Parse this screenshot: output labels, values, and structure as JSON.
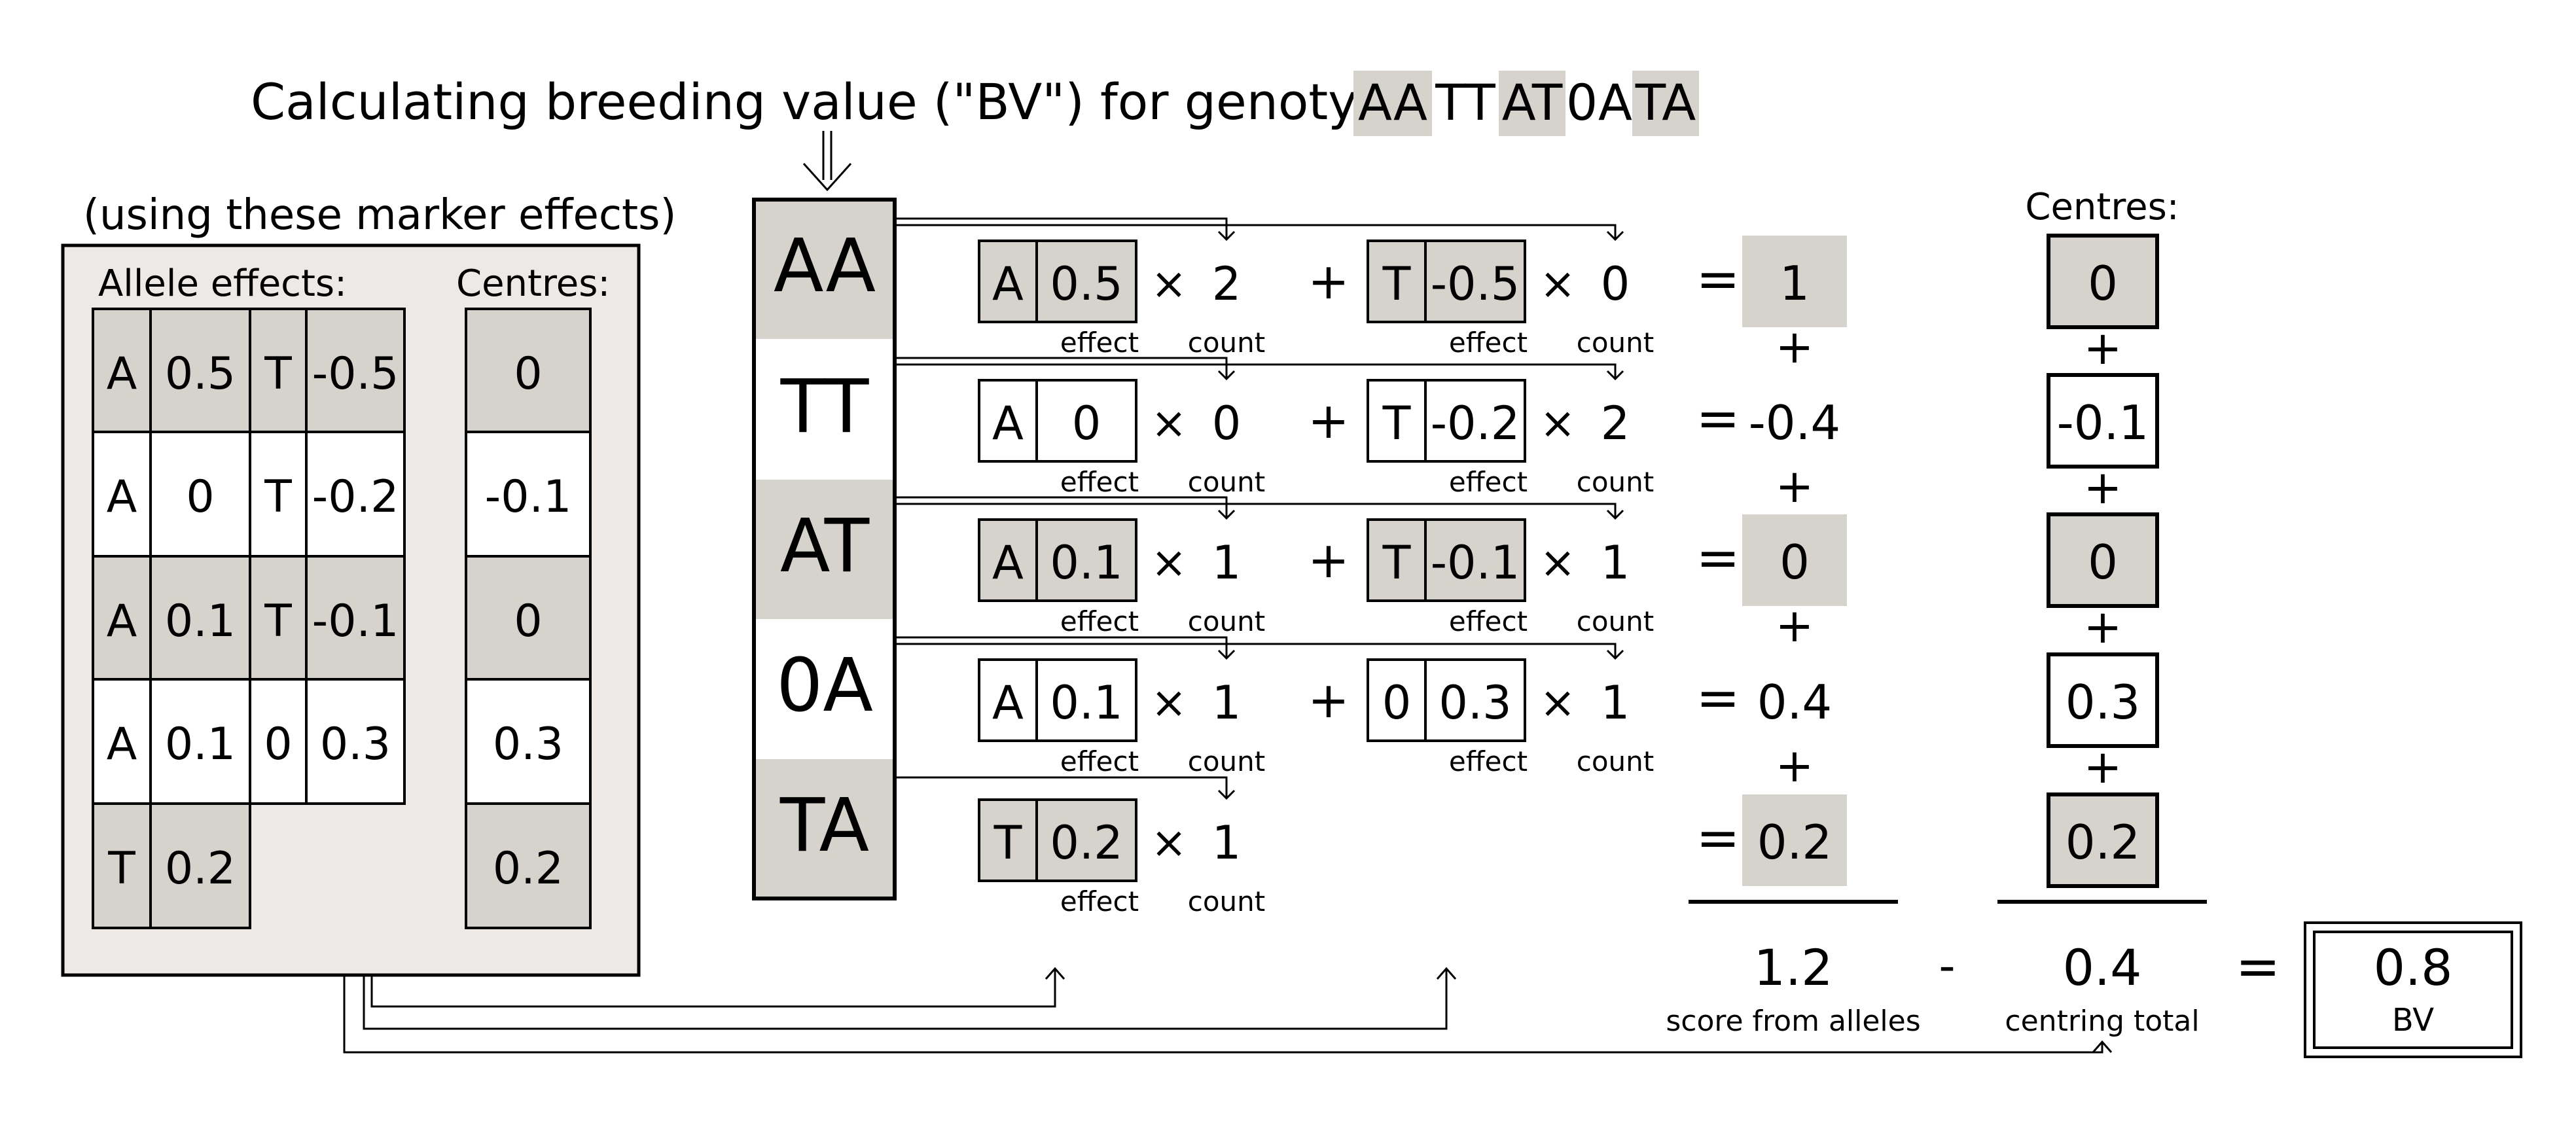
{
  "title": {
    "prefix": "Calculating breeding value (\"BV\") for genotype ",
    "genotype_parts": [
      {
        "text": "AA",
        "highlight": true
      },
      {
        "text": "TT",
        "highlight": false
      },
      {
        "text": "AT",
        "highlight": true
      },
      {
        "text": "0",
        "highlight": false
      },
      {
        "text": "A",
        "highlight": false
      },
      {
        "text": "TA",
        "highlight": true
      }
    ]
  },
  "marker_panel": {
    "caption": "(using these marker effects)",
    "allele_header": "Allele effects:",
    "centres_header": "Centres:",
    "rows": [
      {
        "a1": "A",
        "e1": "0.5",
        "a2": "T",
        "e2": "-0.5",
        "centre": "0",
        "highlight": true
      },
      {
        "a1": "A",
        "e1": "0",
        "a2": "T",
        "e2": "-0.2",
        "centre": "-0.1",
        "highlight": false
      },
      {
        "a1": "A",
        "e1": "0.1",
        "a2": "T",
        "e2": "-0.1",
        "centre": "0",
        "highlight": true
      },
      {
        "a1": "A",
        "e1": "0.1",
        "a2": "0",
        "e2": "0.3",
        "centre": "0.3",
        "highlight": false
      },
      {
        "a1": "T",
        "e1": "0.2",
        "a2": null,
        "e2": null,
        "centre": "0.2",
        "highlight": true
      }
    ]
  },
  "genotype_column": [
    "AA",
    "TT",
    "AT",
    "0A",
    "TA"
  ],
  "calc_rows": [
    {
      "t1": {
        "allele": "A",
        "effect": "0.5",
        "count": "2"
      },
      "t2": {
        "allele": "T",
        "effect": "-0.5",
        "count": "0"
      },
      "result": "1",
      "highlight": true
    },
    {
      "t1": {
        "allele": "A",
        "effect": "0",
        "count": "0"
      },
      "t2": {
        "allele": "T",
        "effect": "-0.2",
        "count": "2"
      },
      "result": "-0.4",
      "highlight": false
    },
    {
      "t1": {
        "allele": "A",
        "effect": "0.1",
        "count": "1"
      },
      "t2": {
        "allele": "T",
        "effect": "-0.1",
        "count": "1"
      },
      "result": "0",
      "highlight": true
    },
    {
      "t1": {
        "allele": "A",
        "effect": "0.1",
        "count": "1"
      },
      "t2": {
        "allele": "0",
        "effect": "0.3",
        "count": "1"
      },
      "result": "0.4",
      "highlight": false
    },
    {
      "t1": {
        "allele": "T",
        "effect": "0.2",
        "count": "1"
      },
      "t2": null,
      "result": "0.2",
      "highlight": true
    }
  ],
  "symbols": {
    "times": "×",
    "plus": "+",
    "equals": "=",
    "minus": "-"
  },
  "sublabels": {
    "effect": "effect",
    "count": "count"
  },
  "centres_column": {
    "header": "Centres:",
    "values": [
      "0",
      "-0.1",
      "0",
      "0.3",
      "0.2"
    ]
  },
  "totals": {
    "score": "1.2",
    "score_label": "score from alleles",
    "centring": "0.4",
    "centring_label": "centring total",
    "bv": "0.8",
    "bv_label": "BV"
  },
  "colors": {
    "highlight": "#d6d2cc",
    "panel": "#ece9e6"
  }
}
